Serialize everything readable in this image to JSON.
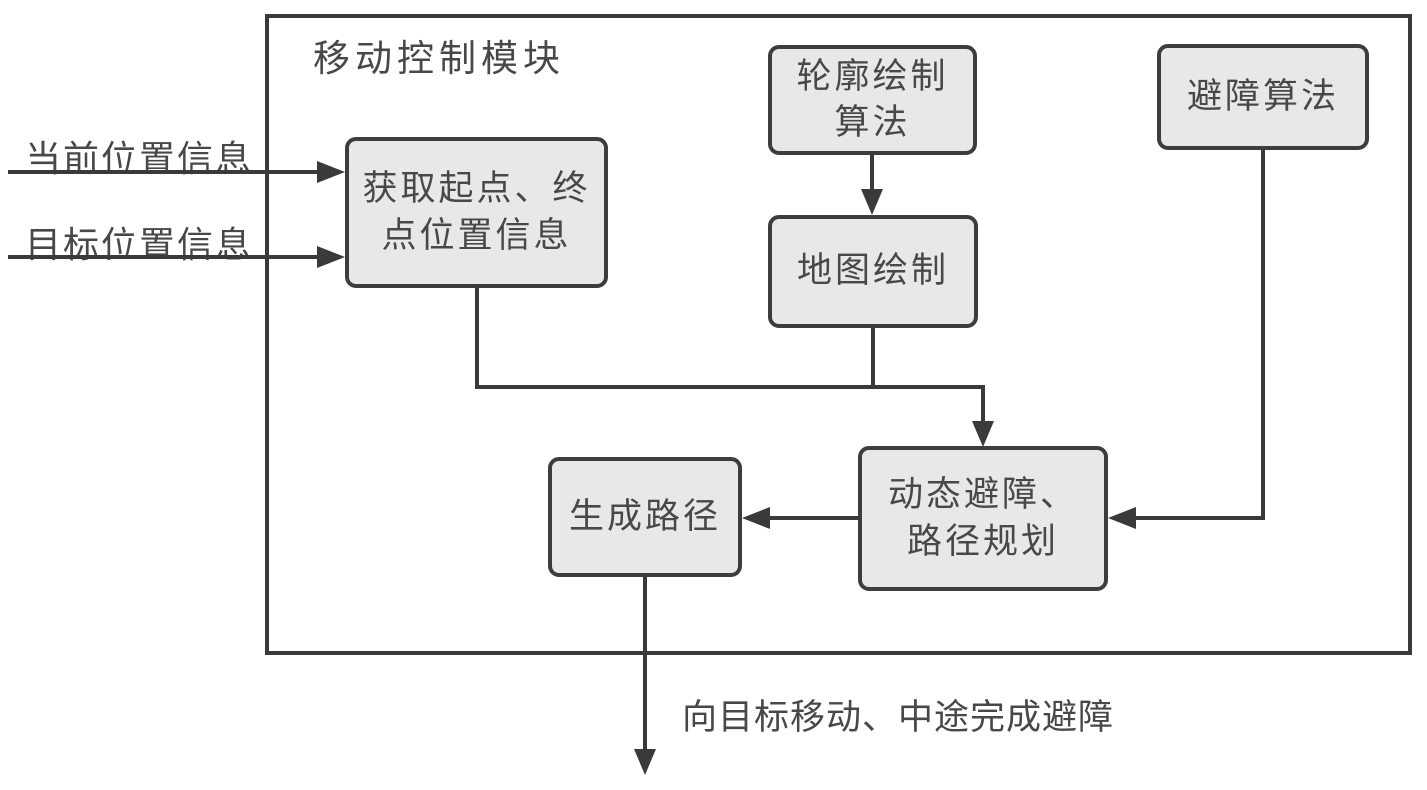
{
  "diagram": {
    "module_title": "移动控制模块",
    "inputs": [
      {
        "label": "当前位置信息"
      },
      {
        "label": "目标位置信息"
      }
    ],
    "nodes": {
      "get_position": {
        "label": "获取起点、终\n点位置信息"
      },
      "contour_algorithm": {
        "label": "轮廓绘制\n算法"
      },
      "map_drawing": {
        "label": "地图绘制"
      },
      "obstacle_algorithm": {
        "label": "避障算法"
      },
      "dynamic_avoidance": {
        "label": "动态避障、\n路径规划"
      },
      "generate_path": {
        "label": "生成路径"
      }
    },
    "output_label": "向目标移动、中途完成避障",
    "edges": [
      {
        "from": "input-current-position",
        "to": "get_position"
      },
      {
        "from": "input-target-position",
        "to": "get_position"
      },
      {
        "from": "contour_algorithm",
        "to": "map_drawing"
      },
      {
        "from": "get_position",
        "to": "dynamic_avoidance"
      },
      {
        "from": "map_drawing",
        "to": "dynamic_avoidance"
      },
      {
        "from": "obstacle_algorithm",
        "to": "dynamic_avoidance"
      },
      {
        "from": "dynamic_avoidance",
        "to": "generate_path"
      },
      {
        "from": "generate_path",
        "to": "output"
      }
    ],
    "colors": {
      "node_fill": "#e8e8e8",
      "node_border": "#3d3d3d",
      "connector": "#3a3a3a",
      "text": "#484848",
      "background": "#ffffff"
    }
  }
}
